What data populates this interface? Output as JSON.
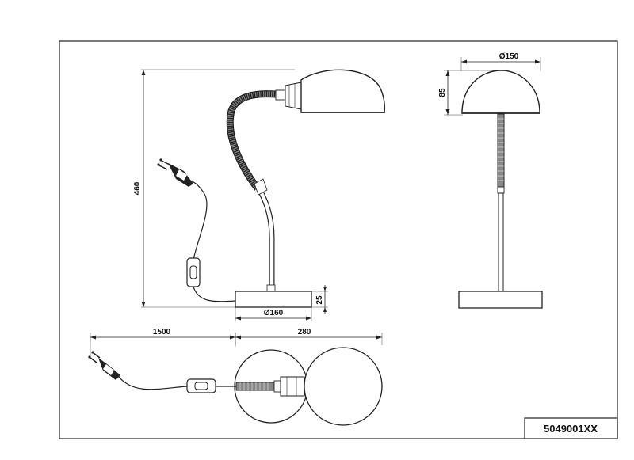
{
  "drawing": {
    "part_number": "5049001XX",
    "side_view": {
      "height_label": "460",
      "base_height_label": "25",
      "base_diameter_label": "Ø160"
    },
    "front_view": {
      "shade_diameter_label": "Ø150",
      "shade_height_label": "85"
    },
    "top_view": {
      "cable_length_label": "1500",
      "reach_label": "280"
    }
  }
}
